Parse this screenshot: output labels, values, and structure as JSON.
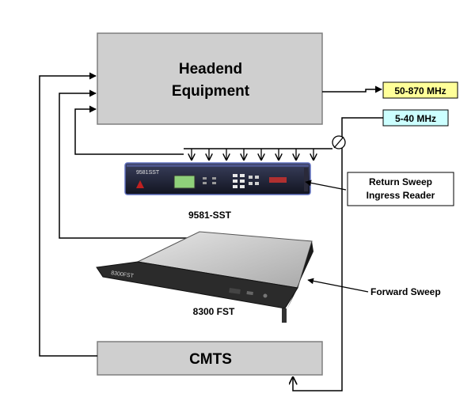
{
  "headend": {
    "line1": "Headend",
    "line2": "Equipment"
  },
  "cmts": {
    "label": "CMTS"
  },
  "tags": {
    "forward_band": "50-870 MHz",
    "return_band": "5-40 MHz"
  },
  "devices": {
    "sst": {
      "caption": "9581-SST",
      "faceplate": "9581SST"
    },
    "fst": {
      "caption": "8300 FST",
      "faceplate": "8300FST"
    }
  },
  "callouts": {
    "return_sweep": {
      "line1": "Return Sweep",
      "line2": "Ingress Reader"
    },
    "forward_sweep": "Forward Sweep"
  },
  "colors": {
    "box_fill": "#cfcfcf",
    "box_stroke": "#7f7f7f",
    "forward_tag_fill": "#ffff99",
    "return_tag_fill": "#ccffff",
    "line": "#000000"
  }
}
